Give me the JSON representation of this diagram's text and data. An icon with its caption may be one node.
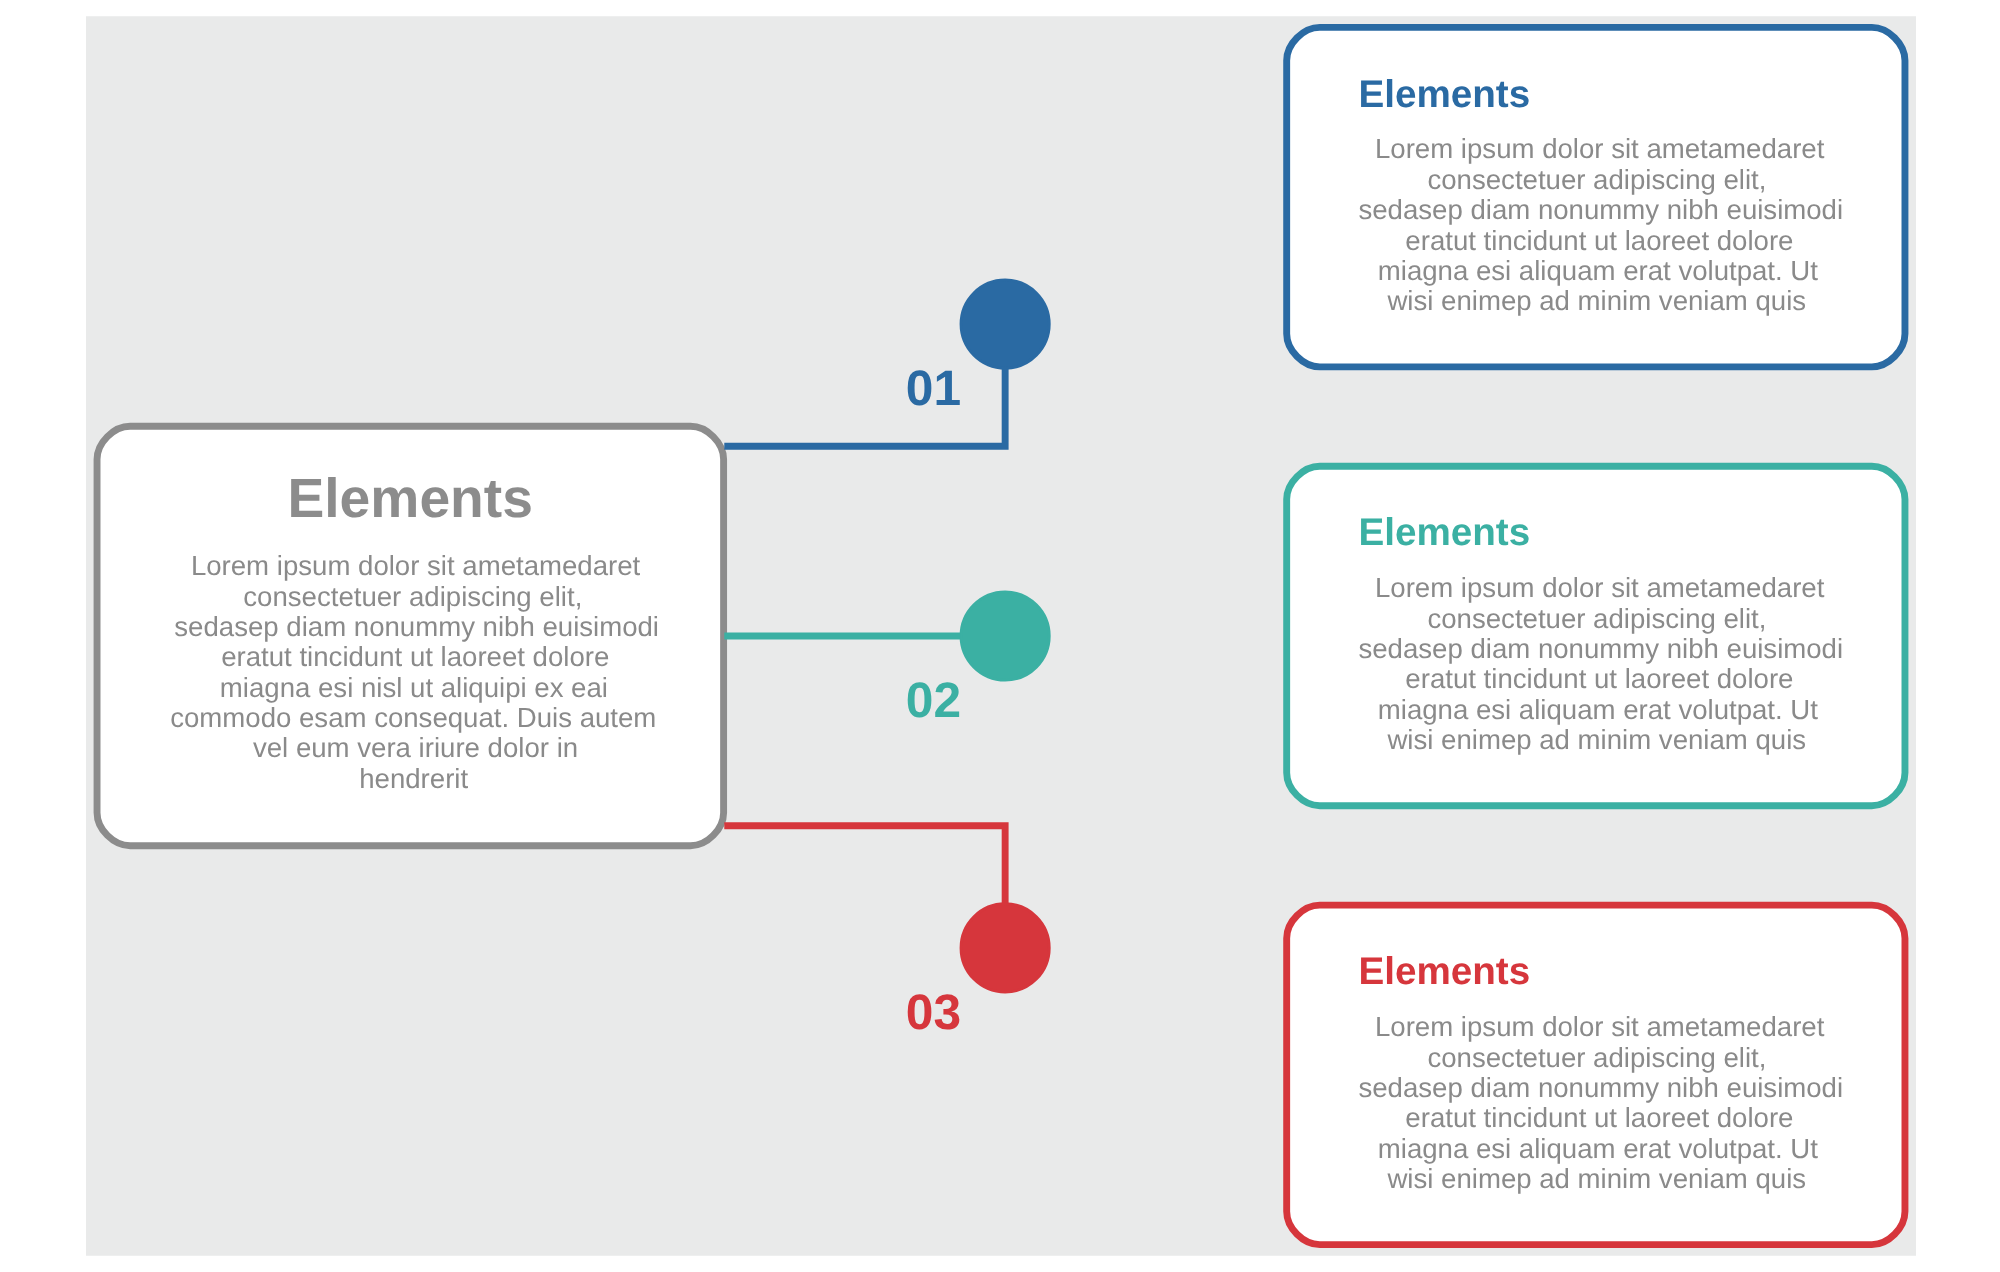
{
  "diagram": {
    "nodes": [
      {
        "text": [
          "Elements",
          "Lorem ipsum dolor sit ametamedaret consectetuer adipiscing elit, sedasep diam nonummy nibh euisimodi eratut tincidunt ut laoreet dolore miagna esi nisl ut aliquipi ex eai commodo esam consequat. Duis autem vel eum vera iriure dolor in hendrerit"
        ]
      },
      {
        "text": [],
        "shape": "circle",
        "beside": [
          "01"
        ]
      },
      {
        "text": [
          "Elements",
          "Lorem ipsum dolor sit ametamedaret consectetuer adipiscing elit, sedasep diam nonummy nibh euisimodi eratut tincidunt ut laoreet dolore miagna esi aliquam erat volutpat. Ut wisi enimep ad minim veniam quis"
        ]
      },
      {
        "text": [],
        "shape": "circle",
        "beside": [
          "02"
        ]
      },
      {
        "text": [
          "Elements",
          "Lorem ipsum dolor sit ametamedaret consectetuer adipiscing elit, sedasep diam nonummy nibh euisimodi eratut tincidunt ut laoreet dolore miagna esi aliquam erat volutpat. Ut wisi enimep ad minim veniam quis"
        ]
      },
      {
        "text": [],
        "shape": "circle",
        "beside": [
          "03"
        ]
      },
      {
        "text": [
          "Elements",
          "Lorem ipsum dolor sit ametamedaret consectetuer adipiscing elit, sedasep diam nonummy nibh euisimodi eratut tincidunt ut laoreet dolore miagna esi aliquam erat volutpat. Ut wisi enimep ad minim veniam quis"
        ]
      }
    ],
    "edges": [
      {
        "from": 0,
        "to": 1,
        "arrow": "none",
        "color": "#2a6aa3"
      },
      {
        "from": 0,
        "to": 3,
        "arrow": "none",
        "color": "#3bb0a3"
      },
      {
        "from": 0,
        "to": 5,
        "arrow": "none",
        "color": "#d6363c"
      }
    ]
  }
}
